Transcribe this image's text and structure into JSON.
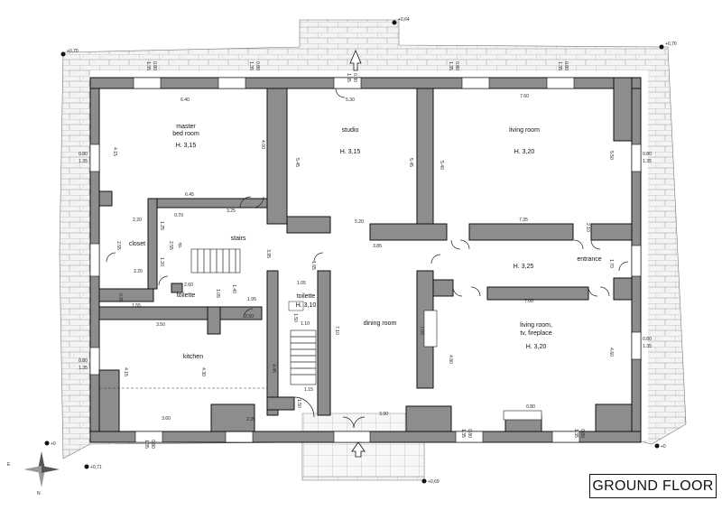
{
  "title": "GROUND FLOOR",
  "rooms": {
    "master_bedroom": {
      "name_line1": "master",
      "name_line2": "bed room",
      "height": "H. 3,15"
    },
    "studio": {
      "name": "studio",
      "height": "H. 3,15"
    },
    "living_room": {
      "name": "living room",
      "height": "H. 3,20"
    },
    "closet": {
      "name": "closet"
    },
    "rip": {
      "name": "rip."
    },
    "stairs": {
      "name": "stairs"
    },
    "toilette_left": {
      "name": "toilette"
    },
    "toilette_center": {
      "name": "toilette",
      "height": "H. 3,10"
    },
    "dining_room": {
      "name": "dining room"
    },
    "hall": {
      "height": "H. 3,25"
    },
    "entrance": {
      "name": "entrance"
    },
    "living_room_tv": {
      "name_line1": "living room,",
      "name_line2": "tv, fireplace",
      "height": "H. 3,20"
    },
    "kitchen": {
      "name": "kitchen"
    }
  },
  "levels": {
    "top": "+0,64",
    "top_left": "+0,70",
    "top_right": "+0,70",
    "right": "+0",
    "bottom_left": "+0,71",
    "bottom": "+0,69",
    "left_bottom": "+0"
  },
  "dimensions": {
    "d640": "6.40",
    "d530": "5.30",
    "d760": "7.60",
    "d415a": "4.15",
    "d400": "4.00",
    "d545a": "5.45",
    "d545b": "5.45",
    "d540": "5.40",
    "d550": "5.50",
    "d645": "6.45",
    "d220a": "2.20",
    "d125": "1.25",
    "d070": "0.70",
    "d325": "3.25",
    "d255a": "2.55",
    "d255b": "2.55",
    "d120": "1.20",
    "d220b": "2.20",
    "d520": "5.20",
    "d385": "3.85",
    "d735": "7.35",
    "d210": "2.10",
    "d395": "3.95",
    "d260": "2.60",
    "d095": "0.95",
    "d155": "1.55",
    "d105a": "1.05",
    "d140": "1.40",
    "d195": "1.95",
    "d250": "2.50",
    "d165": "1.65",
    "d105b": "1.05",
    "d150a": "1.50",
    "d110": "1.10",
    "d710": "7.10",
    "d700a": "7.00",
    "d700b": "7.00",
    "d480": "4.80",
    "d350": "3.50",
    "d415b": "4.15",
    "d430": "4.30",
    "d445": "4.45",
    "d115": "1.15",
    "d150b": "1.50",
    "d235": "2.35",
    "d360": "3.60",
    "d390": "3.90",
    "d680": "6.80",
    "d460": "4.60",
    "d170": "1.70"
  },
  "windows": {
    "w1": {
      "a": "0.80",
      "b": "1.35"
    },
    "w2": {
      "a": "0.80",
      "b": "1.35"
    },
    "w3": {
      "a": "0.80",
      "b": "1.35"
    },
    "w4": {
      "a": "0.80",
      "b": "1.35"
    },
    "w5": {
      "a": "0.80",
      "b": "1.35"
    },
    "w6": {
      "a": "0.80",
      "b": "1.35"
    },
    "w7": {
      "a": "0.80",
      "b": "1.35"
    },
    "w8": {
      "a": "0.80",
      "b": "1.35"
    },
    "w9": {
      "a": "0.80",
      "b": "1.35"
    },
    "w10": {
      "a": "0.80",
      "b": "1.35"
    },
    "w11": {
      "a": "0.80",
      "b": "1.35"
    },
    "w12": {
      "a": "0.80",
      "b": "1.35"
    }
  },
  "compass": {
    "n": "N",
    "e": "E"
  },
  "colors": {
    "wall": "#8d8d8d",
    "paving": "#d9d9d9",
    "outline": "#111111"
  }
}
